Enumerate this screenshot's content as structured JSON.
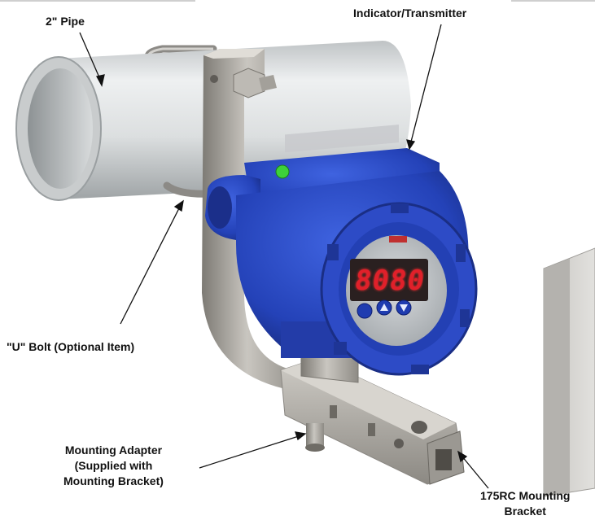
{
  "labels": {
    "pipe": "2\" Pipe",
    "indicator": "Indicator/Transmitter",
    "ubolt": "\"U\" Bolt (Optional Item)",
    "adapter": [
      "Mounting Adapter",
      "(Supplied with",
      "Mounting Bracket)"
    ],
    "bracket": [
      "175RC Mounting",
      "Bracket"
    ]
  },
  "display": {
    "reading": "8080"
  },
  "colors": {
    "housing": "#2442b8",
    "pipe": "#d9dcdd",
    "metal": "#a9a6a0",
    "led": "#e0202a",
    "text": "#111111"
  },
  "icons": [
    "up-arrow-button-icon",
    "down-arrow-button-icon",
    "green-status-led-icon"
  ]
}
